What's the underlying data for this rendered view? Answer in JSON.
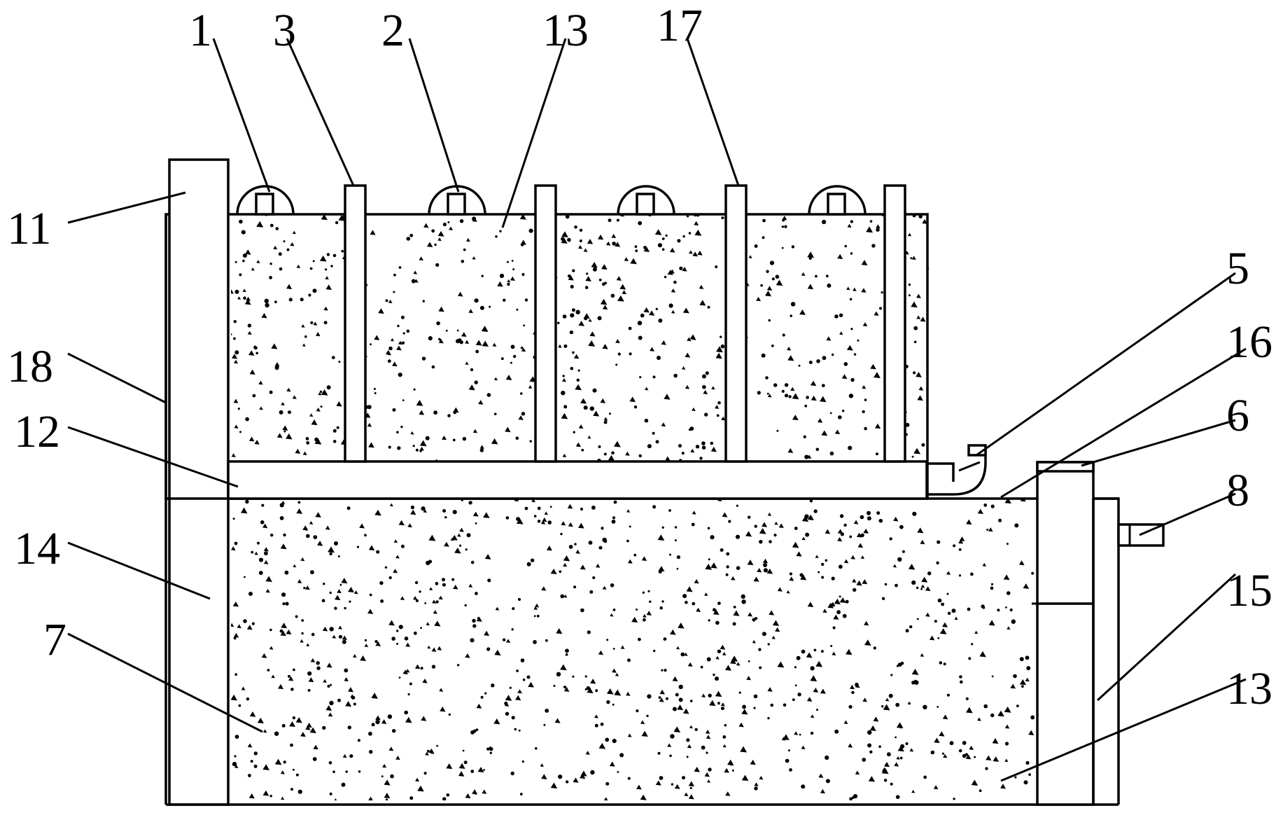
{
  "labels": {
    "l1": "1",
    "l3": "3",
    "l2": "2",
    "l13_top": "13",
    "l17": "17",
    "l11": "11",
    "l5": "5",
    "l16": "16",
    "l18": "18",
    "l6": "6",
    "l12": "12",
    "l8": "8",
    "l14": "14",
    "l15": "15",
    "l7": "7",
    "l13_bottom": "13"
  }
}
